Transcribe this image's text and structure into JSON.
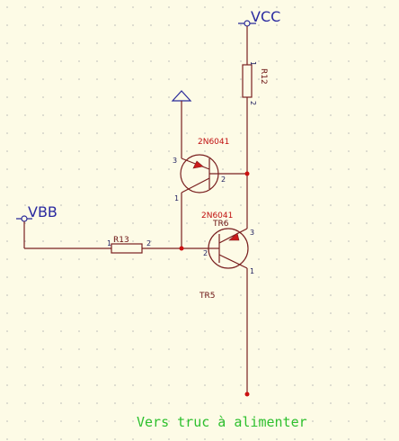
{
  "nets": {
    "vcc": "VCC",
    "vbb": "VBB"
  },
  "resistors": {
    "r12": {
      "ref": "R12",
      "pin1": "1",
      "pin2": "2"
    },
    "r13": {
      "ref": "R13",
      "pin1": "1",
      "pin2": "2"
    }
  },
  "transistors": {
    "upper": {
      "part": "2N6041",
      "pin_base": "1",
      "pin_emitter": "3",
      "pin_collector": "2"
    },
    "lower": {
      "part": "2N6041",
      "ref": "TR6",
      "pin_base": "2",
      "pin_emitter": "3",
      "pin_collector": "1",
      "ref2": "TR5"
    }
  },
  "note": "Vers truc à alimenter",
  "colors": {
    "background": "#fdfbe6",
    "wire": "#7a2020",
    "net_label": "#2a2aa0",
    "part_label": "#c01010",
    "note": "#2ec02e",
    "grid_dot": "#b8b8b8"
  }
}
